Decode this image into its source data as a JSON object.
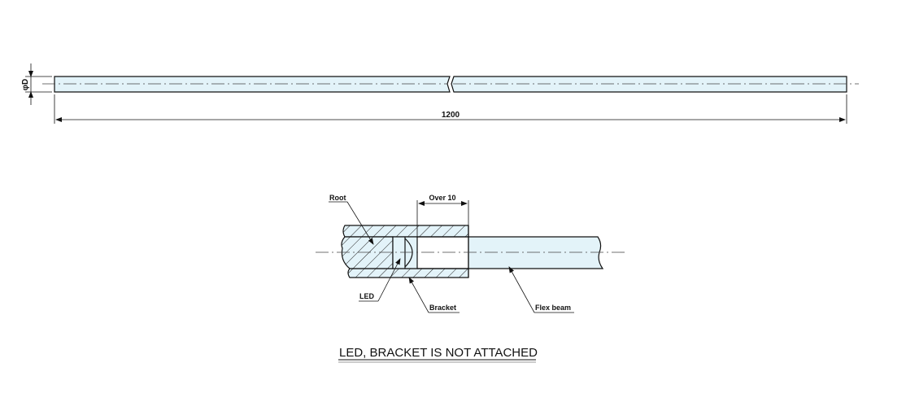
{
  "drawing": {
    "diameter_label": "φD",
    "length_label": "1200"
  },
  "detail": {
    "root_label": "Root",
    "over_label": "Over 10",
    "led_label": "LED",
    "bracket_label": "Bracket",
    "flex_beam_label": "Flex beam"
  },
  "note": {
    "text": "LED, BRACKET IS NOT ATTACHED"
  },
  "colors": {
    "beam_fill": "#e3f3f9",
    "line": "#111111",
    "hatch": "#222222"
  }
}
